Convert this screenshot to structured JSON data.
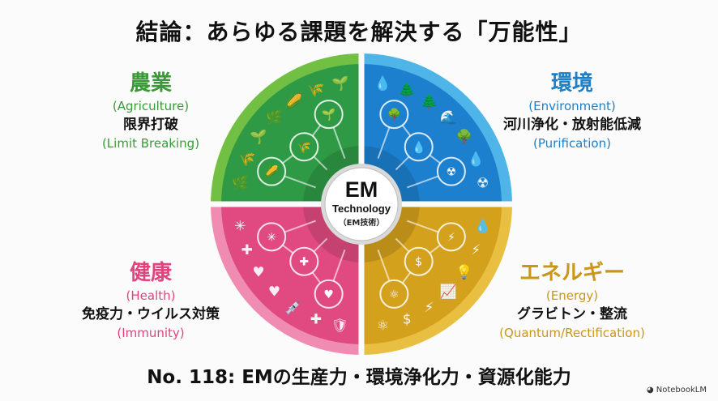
{
  "title": "結論：あらゆる課題を解決する「万能性」",
  "center": {
    "line1": "EM",
    "line2": "Technology",
    "line3": "（EM技術）"
  },
  "quadrants": [
    {
      "key": "agriculture",
      "title": "農業",
      "en": "(Agriculture)",
      "jp": "限界打破",
      "sub": "(Limit Breaking)",
      "color": "#3a9a3a",
      "fill": "#2f9a46",
      "rim": "#72c043"
    },
    {
      "key": "environment",
      "title": "環境",
      "en": "(Environment)",
      "jp": "河川浄化・放射能低減",
      "sub": "(Purification)",
      "color": "#1f7fc6",
      "fill": "#1c80cf",
      "rim": "#4fb5e8"
    },
    {
      "key": "health",
      "title": "健康",
      "en": "(Health)",
      "jp": "免疫力・ウイルス対策",
      "sub": "(Immunity)",
      "color": "#e0447e",
      "fill": "#e04a80",
      "rim": "#f08cb2"
    },
    {
      "key": "energy",
      "title": "エネルギー",
      "en": "(Energy)",
      "jp": "グラビトン・整流",
      "sub": "(Quantum/Rectification)",
      "color": "#c9961a",
      "fill": "#d4a11c",
      "rim": "#e8bf40"
    }
  ],
  "icons": {
    "agriculture": [
      "🌽",
      "🌾",
      "🌱",
      "🌿",
      "🌾",
      "🌱",
      "🌿"
    ],
    "environment": [
      "🌳",
      "💧",
      "☢",
      "💧",
      "🌲",
      "🌲",
      "🌊"
    ],
    "health": [
      "♥",
      "✚",
      "✳",
      "🛡",
      "✚",
      "💉",
      "♥"
    ],
    "energy": [
      "⚡",
      "$",
      "⚛",
      "💧",
      "⚡",
      "💡",
      "📈"
    ]
  },
  "footer": "No. 118:  EMの生産力・環境浄化力・資源化能力",
  "brand": "NotebookLM"
}
